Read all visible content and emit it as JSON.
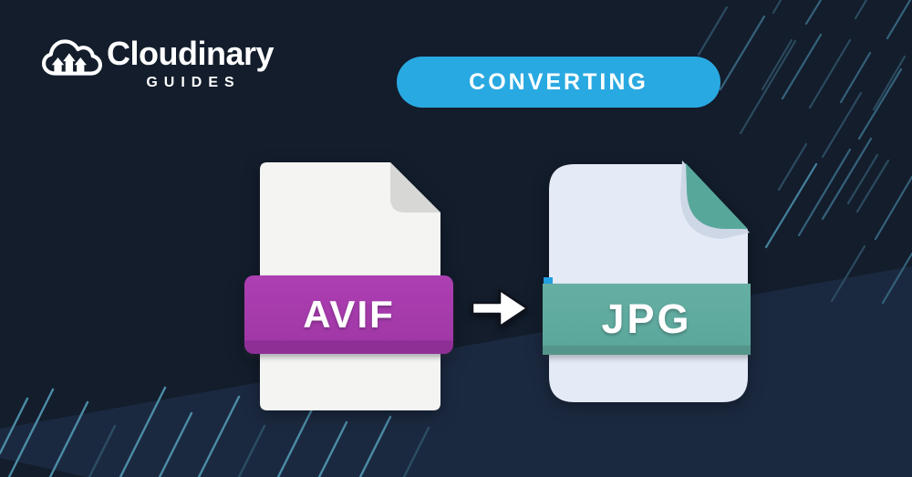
{
  "brand": {
    "name": "Cloudinary",
    "subtitle": "GUIDES"
  },
  "badge": {
    "label": "CONVERTING"
  },
  "files": {
    "source": {
      "label": "AVIF"
    },
    "target": {
      "label": "JPG"
    }
  },
  "icons": {
    "logo": "cloudinary-cloud-icon",
    "arrow": "arrow-right-icon",
    "source_file": "file-icon",
    "target_file": "file-icon"
  },
  "colors": {
    "background": "#131D2C",
    "background_band": "#1B2940",
    "badge_blue": "#29A9E1",
    "avif_purple": "#A238A8",
    "avif_page": "#F4F4F2",
    "avif_fold": "#D7D7D5",
    "jpg_teal": "#5CA89C",
    "jpg_page": "#E4EAF6",
    "jpg_fold": "#57A89B",
    "streak_bright": "#4C8CA6",
    "streak_dim": "#2B4A5E",
    "text": "#FFFFFF"
  }
}
